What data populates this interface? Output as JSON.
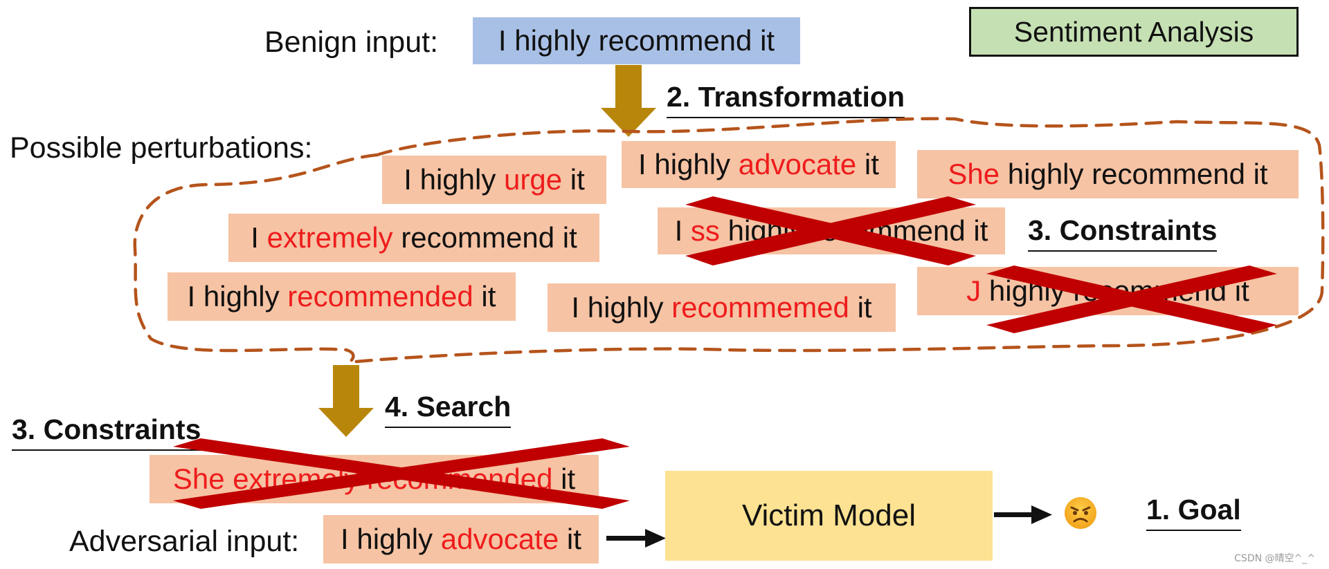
{
  "task_badge": "Sentiment Analysis",
  "benign": {
    "label": "Benign input:",
    "text": "I highly recommend it"
  },
  "transformation_heading": "2. Transformation",
  "perturbations_label": "Possible perturbations:",
  "perturbations": [
    {
      "pre": "I highly ",
      "hl": "urge",
      "post": " it"
    },
    {
      "pre": "I highly ",
      "hl": "advocate",
      "post": " it"
    },
    {
      "pre": "",
      "hl": "She",
      "post": " highly recommend it"
    },
    {
      "pre": "I ",
      "hl": "extremely",
      "post": " recommend it"
    },
    {
      "pre": "I ",
      "hl": "ss",
      "post": " highly recommend it"
    },
    {
      "pre": "I highly ",
      "hl": "recommended",
      "post": " it"
    },
    {
      "pre": "I highly ",
      "hl": "recommemed",
      "post": " it"
    },
    {
      "pre": "",
      "hl": "J",
      "post": " highly recommend it"
    }
  ],
  "constraints_heading_top": "3. Constraints",
  "search_heading": "4. Search",
  "constraints_heading_bottom": "3. Constraints",
  "rejected_candidate": {
    "hl": "She extremely recommended",
    "post": " it"
  },
  "adversarial": {
    "label": "Adversarial input:",
    "pre": "I highly ",
    "hl": "advocate",
    "post": " it"
  },
  "victim_model": "Victim Model",
  "output_emoji": "😠",
  "goal_heading": "1. Goal",
  "watermark": "CSDN @晴空^_^",
  "colors": {
    "benign_box": "#a9c0e6",
    "perturbation_box": "#f6c3a4",
    "victim_box": "#fce292",
    "badge_fill": "#c5e0b3",
    "highlight_text": "#ee1c1c",
    "cross": "#c00000",
    "down_arrow": "#b8860b",
    "dashed_outline": "#b5541c"
  }
}
